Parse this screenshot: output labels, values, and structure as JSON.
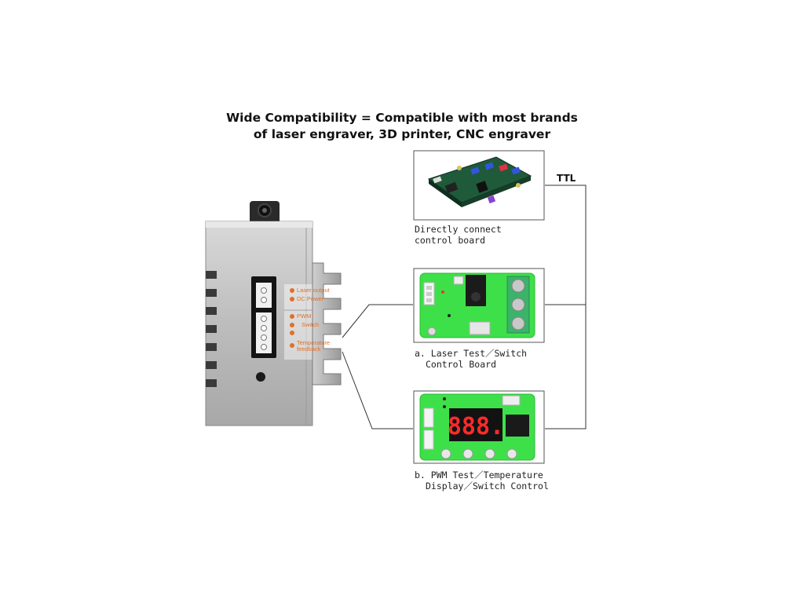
{
  "title": {
    "line1": "Wide Compatibility = Compatible with most brands",
    "line2": "of laser engraver, 3D printer, CNC engraver"
  },
  "ttl_label": "TTL",
  "boards": [
    {
      "id": "control-board",
      "caption_line1": "Directly connect",
      "caption_line2": "control board"
    },
    {
      "id": "laser-test",
      "caption_line1": "a. Laser Test／Switch",
      "caption_line2": "Control Board"
    },
    {
      "id": "pwm-test",
      "caption_line1": "b. PWM Test／Temperature",
      "caption_line2": "Display／Switch Control"
    }
  ],
  "pwm_display": "888.",
  "terminal_labels": [
    "Laser output",
    "DC Power",
    "PWM",
    "Switch",
    "Temperature feedback"
  ],
  "colors": {
    "board_green": "#3ee04a",
    "terminal_orange": "#e0702a",
    "control_board_green": "#1f5a3a",
    "segment_red": "#ff2a2a"
  }
}
